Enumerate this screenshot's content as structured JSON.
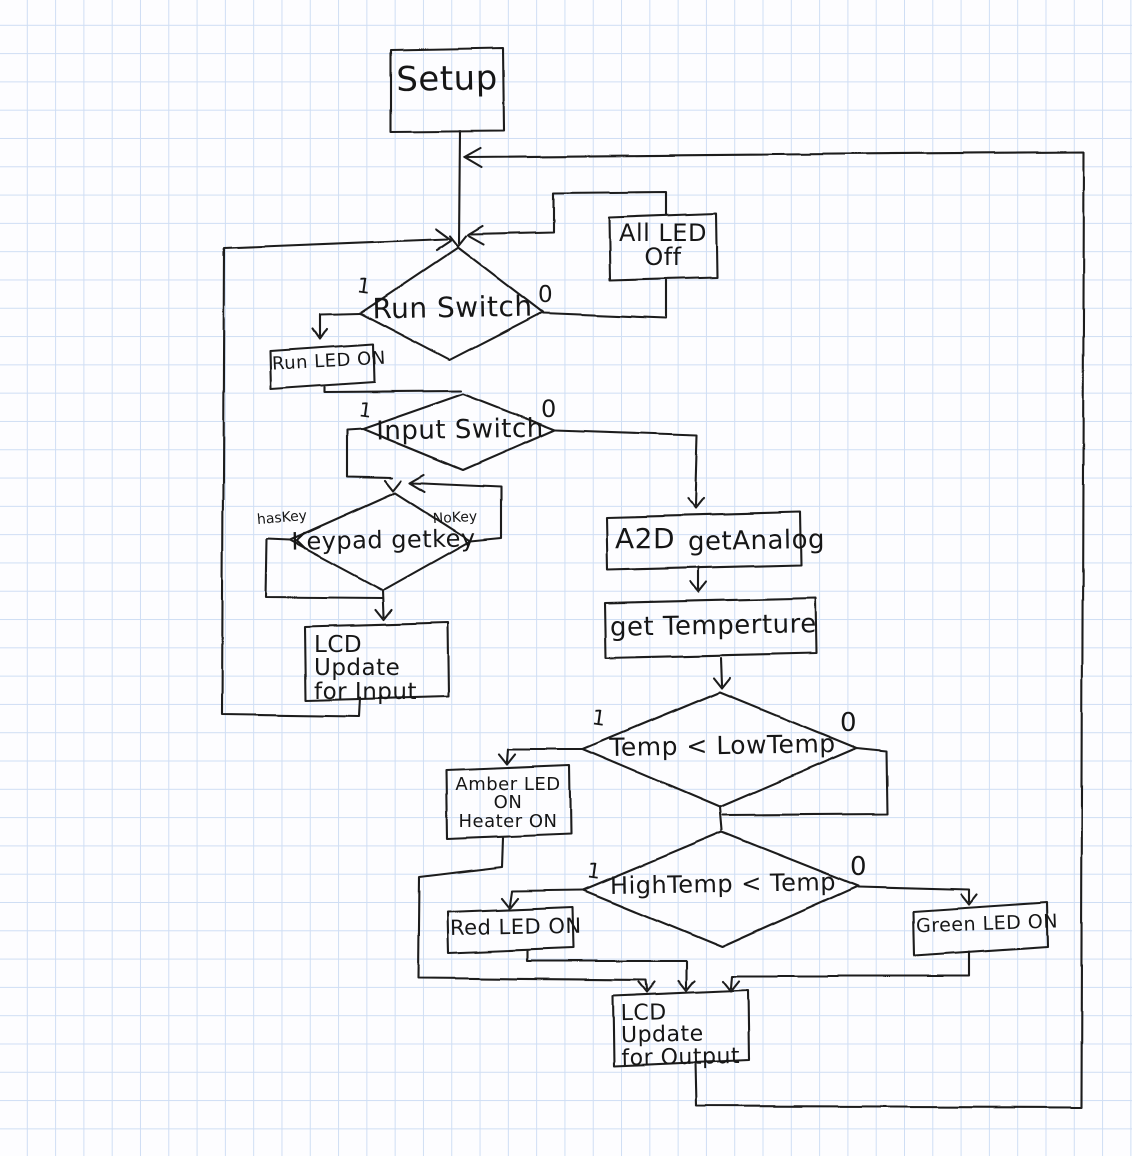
{
  "paper": {
    "background": "#fdfdff",
    "grid_color": "#cfdef4",
    "ink_color": "#1e1e1e"
  },
  "nodes": {
    "setup": {
      "label": "Setup"
    },
    "all_led_off": {
      "line1": "All LED",
      "line2": "Off"
    },
    "run_switch": {
      "label": "Run Switch",
      "true_label": "1",
      "false_label": "0"
    },
    "run_led_on": {
      "label": "Run LED ON"
    },
    "input_switch": {
      "label": "Input Switch",
      "true_label": "1",
      "false_label": "0"
    },
    "keypad_getkey": {
      "label": "Keypad getkey",
      "haskey_label": "hasKey",
      "nokey_label": "NoKey"
    },
    "lcd_update_input": {
      "line1": "LCD Update",
      "line2": "for Input"
    },
    "a2d": {
      "label": "A2D",
      "label2": "getAnalog"
    },
    "get_temperture": {
      "label": "get Temperture"
    },
    "temp_low": {
      "label": "Temp < LowTemp",
      "true_label": "1",
      "false_label": "0"
    },
    "amber": {
      "line1": "Amber LED ON",
      "line2": "Heater ON"
    },
    "high_temp": {
      "label": "HighTemp < Temp",
      "true_label": "1",
      "false_label": "0"
    },
    "red_led": {
      "label": "Red LED ON"
    },
    "green_led": {
      "label": "Green LED ON"
    },
    "lcd_update_output": {
      "line1": "LCD Update",
      "line2": "for Output"
    }
  },
  "edges": [
    {
      "from": "setup",
      "to": "run_switch",
      "label": ""
    },
    {
      "from": "run_switch",
      "to": "run_led_on",
      "label": "1"
    },
    {
      "from": "run_switch",
      "to": "all_led_off",
      "label": "0"
    },
    {
      "from": "all_led_off",
      "to": "run_switch",
      "label": ""
    },
    {
      "from": "run_led_on",
      "to": "input_switch",
      "label": ""
    },
    {
      "from": "input_switch",
      "to": "keypad_getkey",
      "label": "1"
    },
    {
      "from": "input_switch",
      "to": "a2d",
      "label": "0"
    },
    {
      "from": "keypad_getkey",
      "to": "lcd_update_input",
      "label": "hasKey"
    },
    {
      "from": "keypad_getkey",
      "to": "keypad_getkey",
      "label": "NoKey"
    },
    {
      "from": "lcd_update_input",
      "to": "run_switch",
      "label": ""
    },
    {
      "from": "a2d",
      "to": "get_temperture",
      "label": ""
    },
    {
      "from": "get_temperture",
      "to": "temp_low",
      "label": ""
    },
    {
      "from": "temp_low",
      "to": "amber",
      "label": "1"
    },
    {
      "from": "temp_low",
      "to": "high_temp",
      "label": "0"
    },
    {
      "from": "amber",
      "to": "lcd_update_output",
      "label": ""
    },
    {
      "from": "high_temp",
      "to": "red_led",
      "label": "1"
    },
    {
      "from": "high_temp",
      "to": "green_led",
      "label": "0"
    },
    {
      "from": "red_led",
      "to": "lcd_update_output",
      "label": ""
    },
    {
      "from": "green_led",
      "to": "lcd_update_output",
      "label": ""
    },
    {
      "from": "lcd_update_output",
      "to": "run_switch",
      "label": ""
    }
  ]
}
